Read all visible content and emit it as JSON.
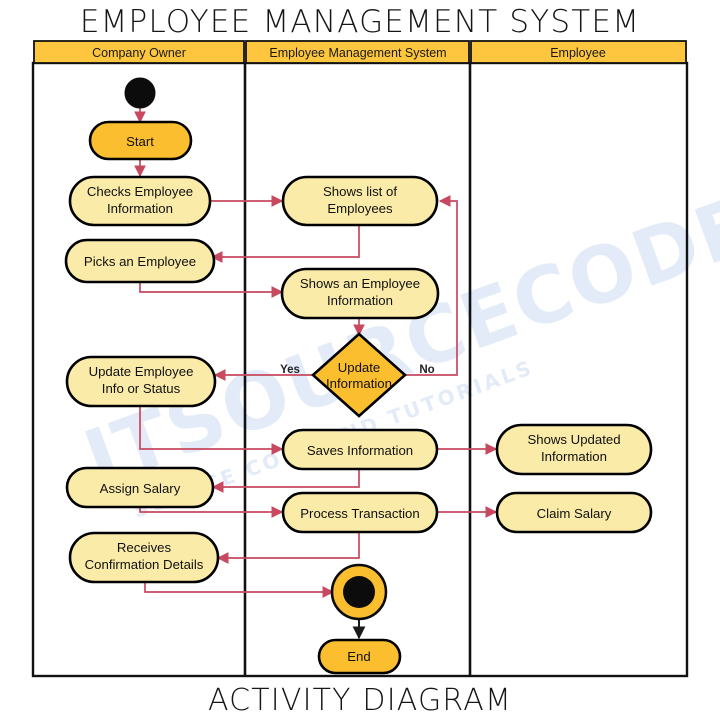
{
  "page": {
    "title_top": "EMPLOYEE MANAGEMENT SYSTEM",
    "title_bottom": "ACTIVITY DIAGRAM",
    "background": "#ffffff"
  },
  "watermark": {
    "primary": "ITSOURCECODE",
    "secondary": "SOURCE CODE AND TUTORIALS",
    "color": "#5b8fd4"
  },
  "colors": {
    "lane_header_fill": "#FDC63E",
    "activity_fill": "#FAEBA8",
    "accent_fill": "#FBBE2E",
    "node_stroke": "#000000",
    "flow_stroke": "#C8485F",
    "control_stroke": "#1a1a1a",
    "frame_stroke": "#111111"
  },
  "lanes": [
    {
      "id": "lane-company-owner",
      "label": "Company Owner"
    },
    {
      "id": "lane-employee-management-system",
      "label": "Employee Management System"
    },
    {
      "id": "lane-employee",
      "label": "Employee"
    }
  ],
  "nodes": [
    {
      "id": "initial-node",
      "type": "initial",
      "lane": 0,
      "label": ""
    },
    {
      "id": "node-start",
      "type": "accent",
      "lane": 0,
      "label": "Start"
    },
    {
      "id": "node-checks-employee-information",
      "type": "activity",
      "lane": 0,
      "label": "Checks Employee Information",
      "lines": [
        "Checks Employee",
        "Information"
      ]
    },
    {
      "id": "node-picks-an-employee",
      "type": "activity",
      "lane": 0,
      "label": "Picks an Employee",
      "lines": [
        "Picks an Employee"
      ]
    },
    {
      "id": "node-update-employee-info-or-status",
      "type": "activity",
      "lane": 0,
      "label": "Update Employee Info or Status",
      "lines": [
        "Update Employee",
        "Info or Status"
      ]
    },
    {
      "id": "node-assign-salary",
      "type": "activity",
      "lane": 0,
      "label": "Assign Salary",
      "lines": [
        "Assign Salary"
      ]
    },
    {
      "id": "node-receives-confirmation-details",
      "type": "activity",
      "lane": 0,
      "label": "Receives Confirmation Details",
      "lines": [
        "Receives",
        "Confirmation Details"
      ]
    },
    {
      "id": "node-shows-list-of-employees",
      "type": "activity",
      "lane": 1,
      "label": "Shows list of Employees",
      "lines": [
        "Shows list of",
        "Employees"
      ]
    },
    {
      "id": "node-shows-an-employee-information",
      "type": "activity",
      "lane": 1,
      "label": "Shows an Employee Information",
      "lines": [
        "Shows an Employee",
        "Information"
      ]
    },
    {
      "id": "node-update-information",
      "type": "decision",
      "lane": 1,
      "label": "Update Information",
      "lines": [
        "Update",
        "Information"
      ]
    },
    {
      "id": "node-saves-information",
      "type": "activity",
      "lane": 1,
      "label": "Saves Information",
      "lines": [
        "Saves Information"
      ]
    },
    {
      "id": "node-process-transaction",
      "type": "activity",
      "lane": 1,
      "label": "Process Transaction",
      "lines": [
        "Process Transaction"
      ]
    },
    {
      "id": "final-node",
      "type": "final",
      "lane": 1,
      "label": ""
    },
    {
      "id": "node-end",
      "type": "accent",
      "lane": 1,
      "label": "End"
    },
    {
      "id": "node-shows-updated-information",
      "type": "activity",
      "lane": 2,
      "label": "Shows Updated Information",
      "lines": [
        "Shows Updated",
        "Information"
      ]
    },
    {
      "id": "node-claim-salary",
      "type": "activity",
      "lane": 2,
      "label": "Claim Salary",
      "lines": [
        "Claim Salary"
      ]
    }
  ],
  "guards": [
    {
      "id": "guard-yes",
      "label": "Yes"
    },
    {
      "id": "guard-no",
      "label": "No"
    }
  ],
  "flows": [
    {
      "from": "initial-node",
      "to": "node-start"
    },
    {
      "from": "node-start",
      "to": "node-checks-employee-information"
    },
    {
      "from": "node-checks-employee-information",
      "to": "node-shows-list-of-employees"
    },
    {
      "from": "node-shows-list-of-employees",
      "to": "node-picks-an-employee"
    },
    {
      "from": "node-picks-an-employee",
      "to": "node-shows-an-employee-information"
    },
    {
      "from": "node-shows-an-employee-information",
      "to": "node-update-information"
    },
    {
      "from": "node-update-information",
      "to": "node-update-employee-info-or-status",
      "guard": "Yes"
    },
    {
      "from": "node-update-information",
      "to": "node-shows-list-of-employees",
      "guard": "No"
    },
    {
      "from": "node-update-employee-info-or-status",
      "to": "node-saves-information"
    },
    {
      "from": "node-saves-information",
      "to": "node-shows-updated-information"
    },
    {
      "from": "node-saves-information",
      "to": "node-assign-salary"
    },
    {
      "from": "node-assign-salary",
      "to": "node-process-transaction"
    },
    {
      "from": "node-process-transaction",
      "to": "node-claim-salary"
    },
    {
      "from": "node-process-transaction",
      "to": "node-receives-confirmation-details"
    },
    {
      "from": "node-receives-confirmation-details",
      "to": "final-node"
    },
    {
      "from": "final-node",
      "to": "node-end"
    }
  ]
}
